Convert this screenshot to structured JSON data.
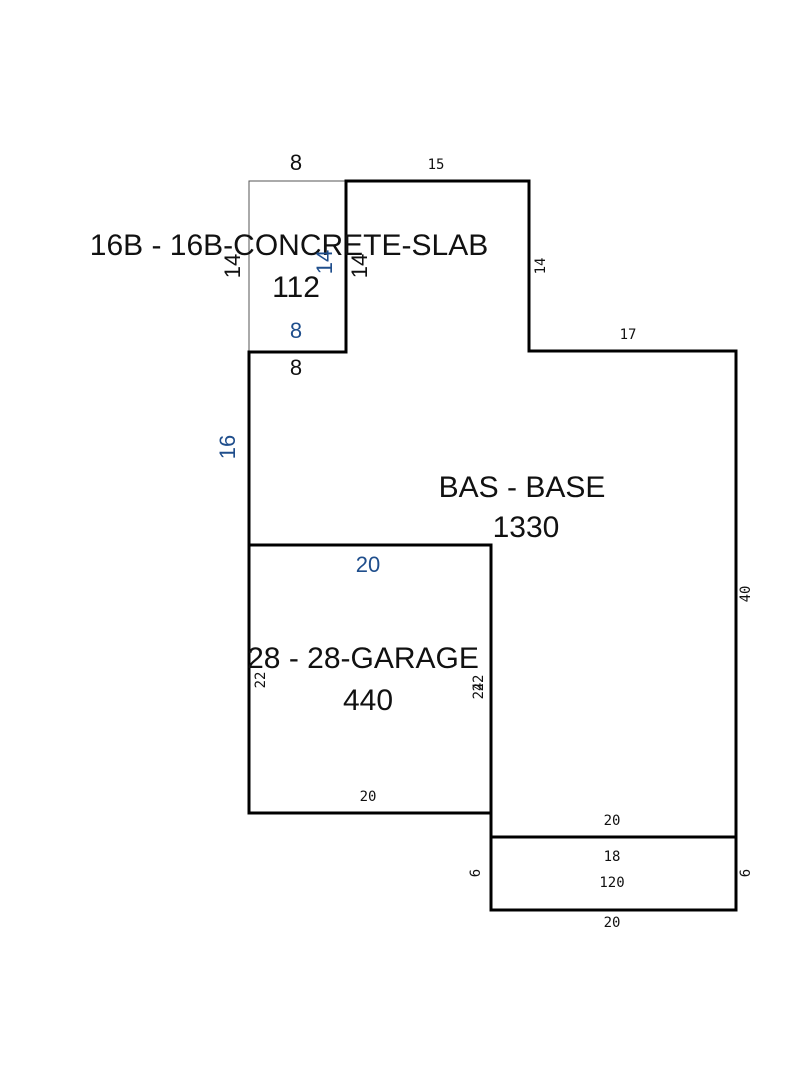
{
  "areas": {
    "slab": {
      "label": "16B - 16B-CONCRETE-SLAB",
      "value": "112"
    },
    "base": {
      "label": "BAS - BASE",
      "value": "1330"
    },
    "garage": {
      "label": "28 - 28-GARAGE",
      "value": "440"
    },
    "porch": {
      "label": "18",
      "value": "120"
    }
  },
  "dimensions": {
    "slab_top": "8",
    "slab_left": "14",
    "slab_inner_blue": "14",
    "slab_right": "14",
    "slab_bottom_blue": "8",
    "slab_bottom": "8",
    "base_top_left": "15",
    "base_right_upper": "14",
    "base_top_right": "17",
    "base_left_blue": "16",
    "base_right": "40",
    "garage_top_blue": "20",
    "garage_left": "22",
    "garage_right_a": "22",
    "garage_right_b": "24",
    "garage_bottom": "20",
    "base_bottom": "20",
    "porch_left": "6",
    "porch_right": "6",
    "porch_bottom": "20"
  }
}
